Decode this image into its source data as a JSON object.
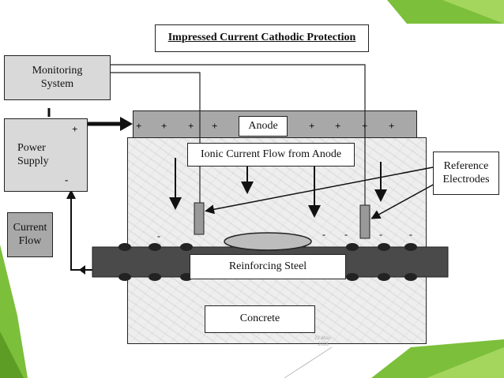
{
  "title": "Impressed Current Cathodic Protection",
  "monitoring_system": "Monitoring System",
  "power_supply": {
    "label": "Power Supply",
    "plus": "+",
    "minus": "-"
  },
  "current_flow": "Current Flow",
  "anode": {
    "label": "Anode",
    "signs": [
      "+",
      "+",
      "+",
      "+",
      "+",
      "+",
      "+",
      "+"
    ]
  },
  "ionic_current": "Ionic Current Flow from Anode",
  "reference_electrodes": "Reference Electrodes",
  "reinforcing_steel": "Reinforcing Steel",
  "concrete": "Concrete",
  "footer": {
    "date": "22-May-2018"
  },
  "colors": {
    "accent_green": "#8cc63f",
    "accent_dark": "#6aa52b",
    "anode_fill": "#a8a8a8",
    "steel_fill": "#4a4a4a",
    "concrete_fill": "#eeeeee"
  }
}
